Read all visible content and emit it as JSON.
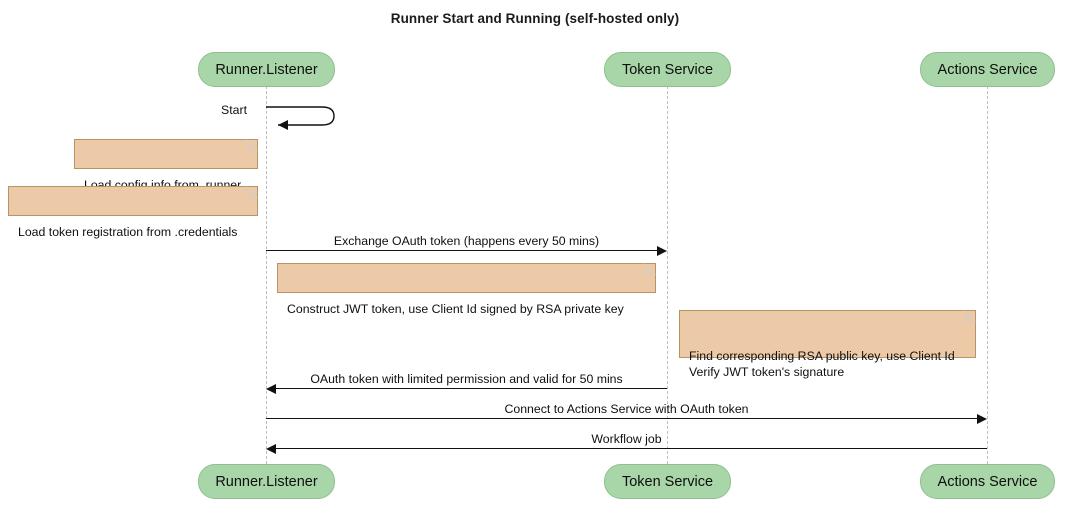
{
  "diagram": {
    "title": "Runner Start and Running (self-hosted only)",
    "type": "sequence-diagram"
  },
  "participants": [
    {
      "id": "runner",
      "label": "Runner.Listener"
    },
    {
      "id": "token",
      "label": "Token Service"
    },
    {
      "id": "actions",
      "label": "Actions Service"
    }
  ],
  "messages": [
    {
      "id": "start",
      "label": "Start",
      "kind": "self"
    },
    {
      "id": "exchange",
      "label": "Exchange OAuth token (happens every 50 mins)",
      "kind": "sync",
      "from": "runner",
      "to": "token"
    },
    {
      "id": "oauthtoken",
      "label": "OAuth token with limited permission and valid for 50 mins",
      "kind": "return",
      "from": "token",
      "to": "runner"
    },
    {
      "id": "connect",
      "label": "Connect to Actions Service with OAuth token",
      "kind": "sync",
      "from": "runner",
      "to": "actions"
    },
    {
      "id": "workflow",
      "label": "Workflow job",
      "kind": "return",
      "from": "actions",
      "to": "runner"
    }
  ],
  "notes": [
    {
      "id": "note-config",
      "text": "Load config info from .runner"
    },
    {
      "id": "note-credentials",
      "text": "Load token registration from .credentials"
    },
    {
      "id": "note-jwt",
      "text": "Construct JWT token, use Client Id signed by RSA private key"
    },
    {
      "id": "note-verify",
      "text": "Find corresponding RSA public key, use Client Id\nVerify JWT token's signature"
    }
  ],
  "colors": {
    "participant_fill": "#a8d6a8",
    "participant_border": "#8fbf8f",
    "note_fill": "#eccaa8",
    "note_border": "#b99268",
    "line": "#111111",
    "lifeline": "#bdbdbd",
    "background": "#ffffff"
  }
}
